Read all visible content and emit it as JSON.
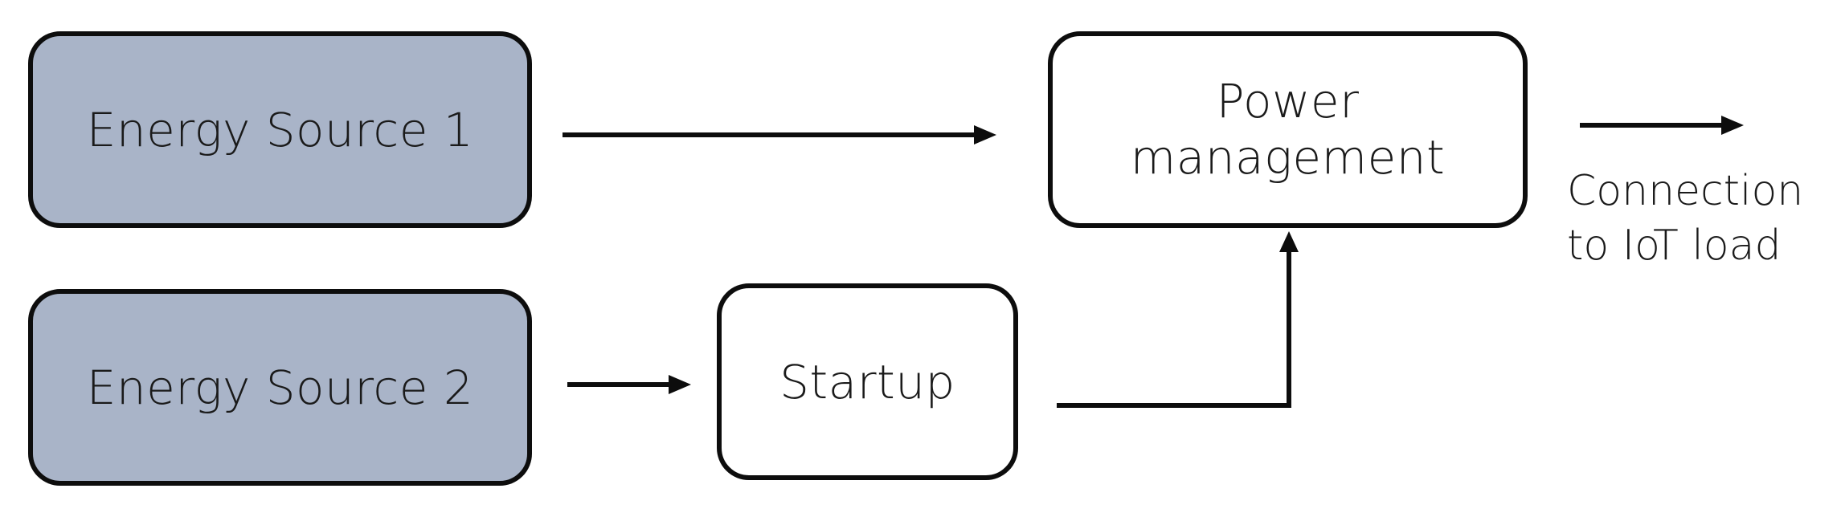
{
  "nodes": {
    "source_1": {
      "label": "Energy Source 1",
      "fill": "#a9b4c8"
    },
    "source_2": {
      "label": "Energy Source 2",
      "fill": "#a9b4c8"
    },
    "startup": {
      "label": "Startup",
      "fill": "#ffffff"
    },
    "power_management": {
      "label_line_1": "Power",
      "label_line_2": "management",
      "fill": "#ffffff"
    }
  },
  "output": {
    "label_line_1": "Connection",
    "label_line_2": "to IoT load"
  },
  "edges": [
    {
      "from": "source_1",
      "to": "power_management"
    },
    {
      "from": "source_2",
      "to": "startup"
    },
    {
      "from": "startup",
      "to": "power_management"
    },
    {
      "from": "power_management",
      "to": "output"
    }
  ],
  "colors": {
    "stroke": "#0d0d0d",
    "source_fill": "#a9b4c8"
  }
}
